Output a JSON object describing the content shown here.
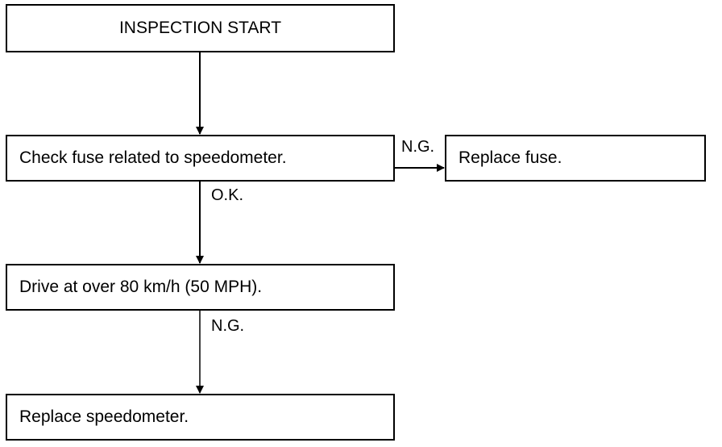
{
  "flowchart": {
    "nodes": {
      "start": "INSPECTION START",
      "check_fuse": "Check fuse related to speedometer.",
      "replace_fuse": "Replace fuse.",
      "drive": "Drive at over 80 km/h (50 MPH).",
      "replace_speedometer": "Replace speedometer."
    },
    "edges": {
      "fuse_ng": "N.G.",
      "fuse_ok": "O.K.",
      "drive_ng": "N.G."
    }
  }
}
